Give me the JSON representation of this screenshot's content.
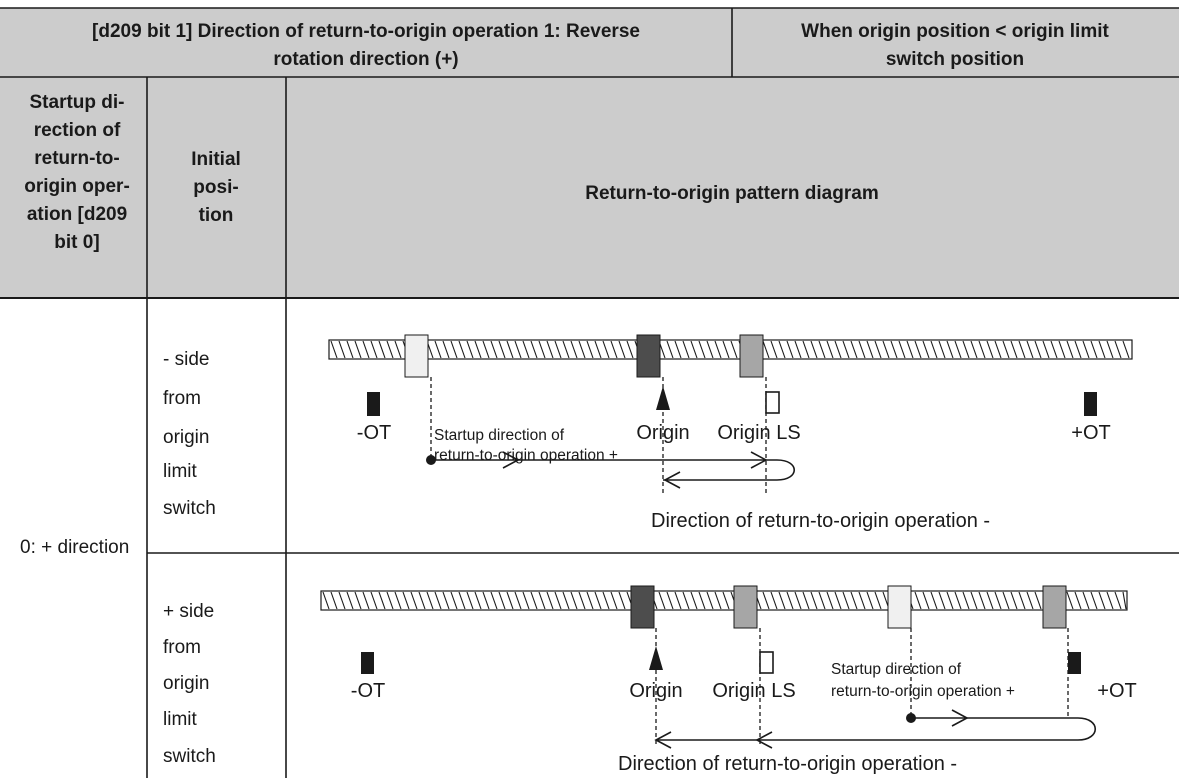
{
  "header": {
    "title_line1": "[d209 bit 1] Direction of return-to-origin operation 1: Reverse",
    "title_line2": "rotation direction (+)",
    "condition_line1": "When origin position < origin limit",
    "condition_line2": "switch position"
  },
  "columns": {
    "startup_lines": [
      "Startup di-",
      "rection of",
      "return-to-",
      "origin oper-",
      "ation [d209",
      "bit 0]"
    ],
    "initial_lines": [
      "Initial",
      "posi-",
      "tion"
    ],
    "pattern": "Return-to-origin pattern diagram"
  },
  "row_label": "0: + direction",
  "rows": [
    {
      "position_lines": [
        "- side",
        "from",
        "origin",
        "limit",
        "switch"
      ],
      "labels": {
        "minus_ot": "-OT",
        "plus_ot": "+OT",
        "origin": "Origin",
        "origin_ls": "Origin LS",
        "startup_line1": "Startup direction of",
        "startup_line2": "return-to-origin operation +",
        "return_dir": "Direction of return-to-origin operation -"
      }
    },
    {
      "position_lines": [
        "+ side",
        "from",
        "origin",
        "limit",
        "switch"
      ],
      "labels": {
        "minus_ot": "-OT",
        "plus_ot": "+OT",
        "origin": "Origin",
        "origin_ls": "Origin LS",
        "startup_line1": "Startup direction of",
        "startup_line2": "return-to-origin operation +",
        "return_dir": "Direction of return-to-origin operation -"
      }
    }
  ],
  "colors": {
    "header_bg": "#cccccc",
    "origin_block": "#4d4d4d",
    "ls_block": "#a6a6a6",
    "start_block": "#f0f0f0",
    "ot_block": "#1a1a1a"
  }
}
